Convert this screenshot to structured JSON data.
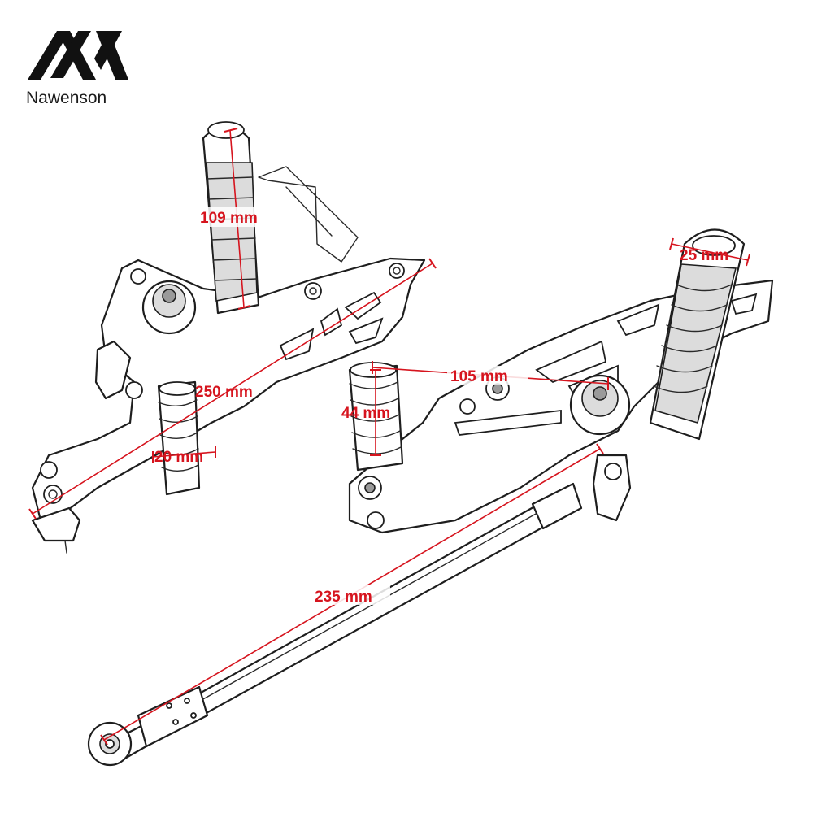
{
  "brand": {
    "name": "Nawenson",
    "logo_icon": "nx-logo-icon"
  },
  "dimensions": [
    {
      "id": "peg-length-left",
      "label": "109 mm"
    },
    {
      "id": "peg-diameter-right",
      "label": "25 mm"
    },
    {
      "id": "plate-length-left",
      "label": "250 mm"
    },
    {
      "id": "spring-width-left",
      "label": "20 mm"
    },
    {
      "id": "mount-distance-right",
      "label": "105 mm"
    },
    {
      "id": "spring-height-right",
      "label": "44 mm"
    },
    {
      "id": "rod-length",
      "label": "235 mm"
    }
  ],
  "colors": {
    "dimension": "#d6141e",
    "line_art": "#1e1e1e"
  }
}
